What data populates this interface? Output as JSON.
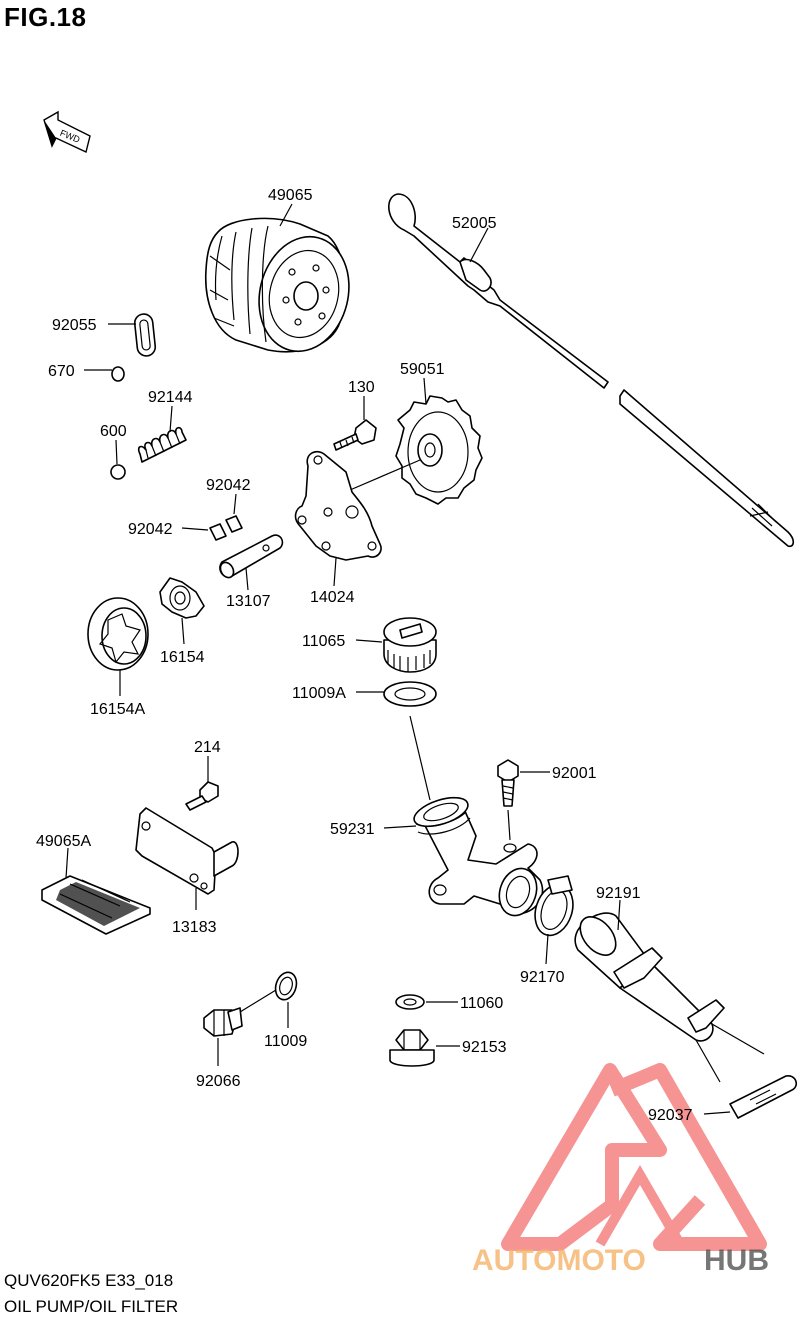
{
  "figure": {
    "title": "FIG.18",
    "model_code": "QUV620FK5 E33_018",
    "section_name": "OIL PUMP/OIL FILTER",
    "direction_marker": "FWD"
  },
  "watermark": {
    "text_a": "AUTOMOTO",
    "text_b": "HUB",
    "color_a": "#f6b46a",
    "color_b": "#555555",
    "logo_color": "#ef3b3b"
  },
  "parts": [
    {
      "id": "p49065",
      "number": "49065"
    },
    {
      "id": "p52005",
      "number": "52005"
    },
    {
      "id": "p92055",
      "number": "92055"
    },
    {
      "id": "p670",
      "number": "670"
    },
    {
      "id": "p92144",
      "number": "92144"
    },
    {
      "id": "p600",
      "number": "600"
    },
    {
      "id": "p130",
      "number": "130"
    },
    {
      "id": "p59051",
      "number": "59051"
    },
    {
      "id": "p92042a",
      "number": "92042"
    },
    {
      "id": "p92042b",
      "number": "92042"
    },
    {
      "id": "p13107",
      "number": "13107"
    },
    {
      "id": "p14024",
      "number": "14024"
    },
    {
      "id": "p16154",
      "number": "16154"
    },
    {
      "id": "p16154A",
      "number": "16154A"
    },
    {
      "id": "p11065",
      "number": "11065"
    },
    {
      "id": "p11009A",
      "number": "11009A"
    },
    {
      "id": "p214",
      "number": "214"
    },
    {
      "id": "p92001",
      "number": "92001"
    },
    {
      "id": "p59231",
      "number": "59231"
    },
    {
      "id": "p49065A",
      "number": "49065A"
    },
    {
      "id": "p13183",
      "number": "13183"
    },
    {
      "id": "p92191",
      "number": "92191"
    },
    {
      "id": "p92170",
      "number": "92170"
    },
    {
      "id": "p11060",
      "number": "11060"
    },
    {
      "id": "p11009",
      "number": "11009"
    },
    {
      "id": "p92153",
      "number": "92153"
    },
    {
      "id": "p92066",
      "number": "92066"
    },
    {
      "id": "p92037",
      "number": "92037"
    }
  ]
}
